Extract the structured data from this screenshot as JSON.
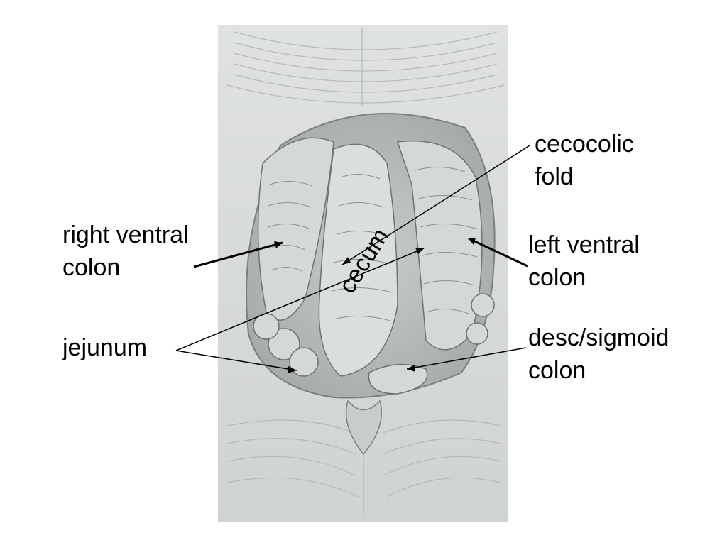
{
  "labels": {
    "cecocolic_fold": [
      "cecocolic",
      "fold"
    ],
    "right_ventral_colon": [
      "right ventral",
      "colon"
    ],
    "left_ventral_colon": [
      "left ventral",
      "colon"
    ],
    "cecum": "cecum",
    "jejunum": "jejunum",
    "desc_sigmoid_colon": [
      "desc/sigmoid",
      "colon"
    ]
  },
  "colors": {
    "illustration_base": "#d9dcdb",
    "illustration_shadow": "#9fa4a3",
    "illustration_line": "#6e7372",
    "label_text": "#000000",
    "leader_line": "#000000"
  }
}
